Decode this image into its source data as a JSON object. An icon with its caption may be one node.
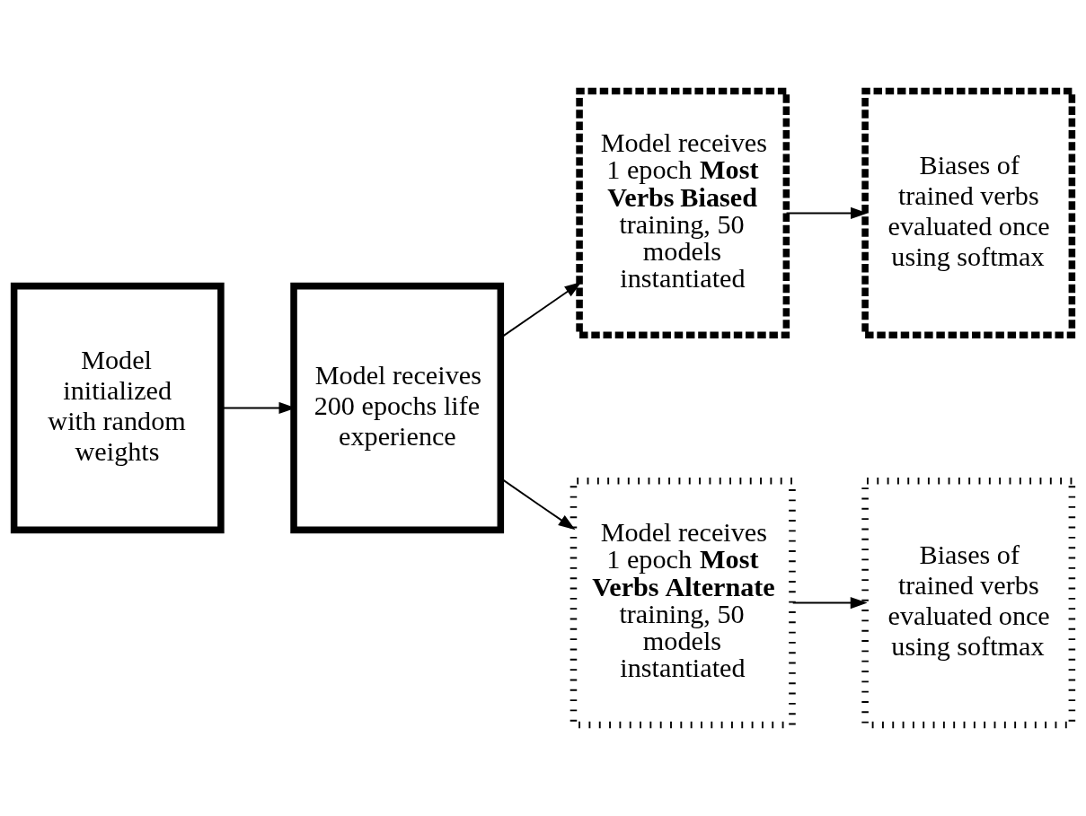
{
  "diagram": {
    "nodes": [
      {
        "text": [
          "Model initialized with random weights"
        ]
      },
      {
        "text": [
          "Model receives 200 epochs life experience"
        ]
      },
      {
        "text": [
          "Model receives 1 epoch **Most Verbs Biased** training, 50 models instantiated"
        ]
      },
      {
        "text": [
          "Biases of trained verbs evaluated once using softmax"
        ]
      },
      {
        "text": [
          "Model receives 1 epoch **Most Verbs Alternate** training, 50 models instantiated"
        ]
      },
      {
        "text": [
          "Biases of trained verbs evaluated once using softmax"
        ]
      }
    ],
    "edges": [
      {
        "from": 0,
        "to": 1,
        "arrow": "to"
      },
      {
        "from": 1,
        "to": 2,
        "arrow": "to"
      },
      {
        "from": 1,
        "to": 4,
        "arrow": "to"
      },
      {
        "from": 2,
        "to": 3,
        "arrow": "to"
      },
      {
        "from": 4,
        "to": 5,
        "arrow": "to"
      }
    ]
  }
}
